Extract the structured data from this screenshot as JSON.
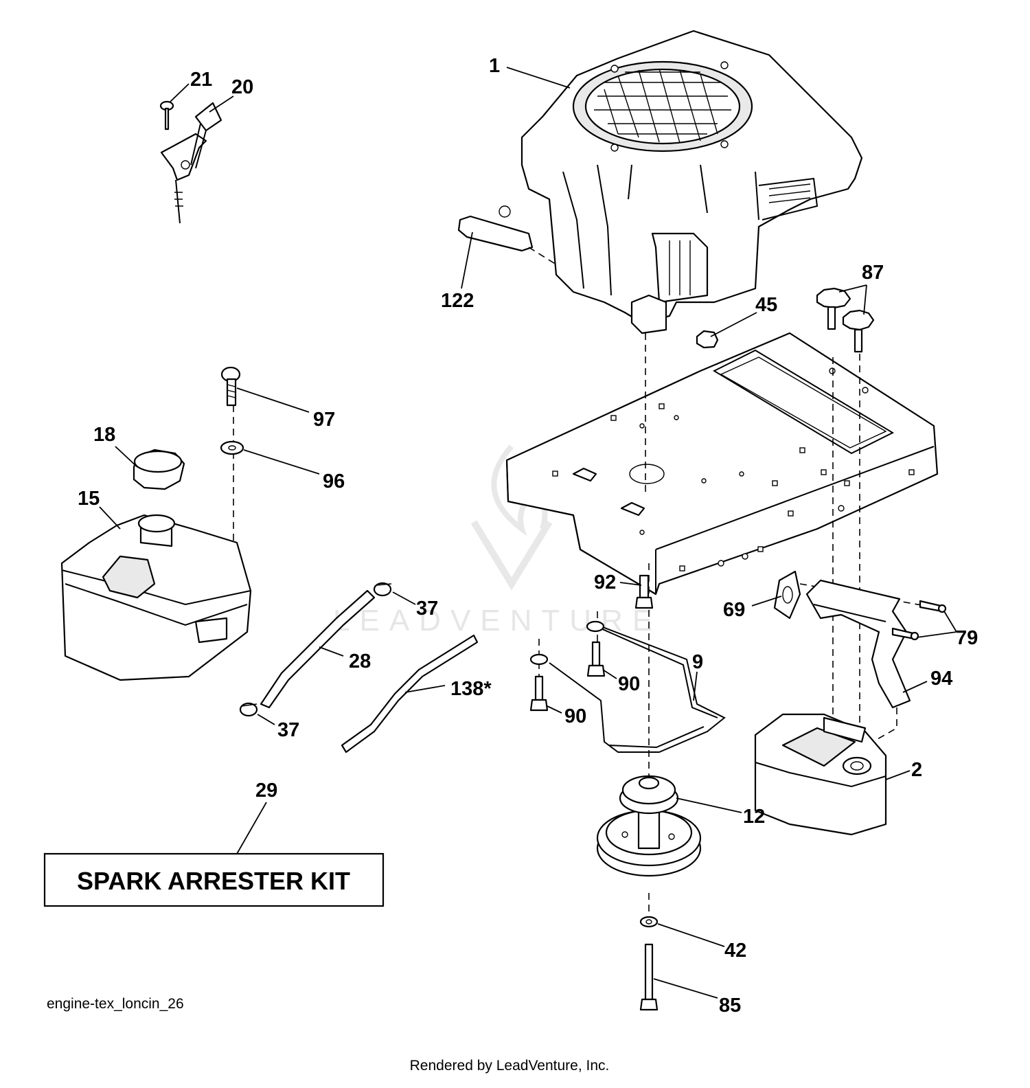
{
  "diagram": {
    "callouts": [
      "1",
      "2",
      "9",
      "12",
      "15",
      "18",
      "20",
      "21",
      "28",
      "29",
      "37",
      "37",
      "42",
      "45",
      "69",
      "79",
      "85",
      "87",
      "90",
      "90",
      "92",
      "94",
      "96",
      "97",
      "122",
      "138*"
    ],
    "kit_label": "SPARK ARRESTER KIT",
    "drawing_id": "engine-tex_loncin_26",
    "footer": "Rendered by LeadVenture, Inc.",
    "watermark": "LEADVENTURE"
  }
}
